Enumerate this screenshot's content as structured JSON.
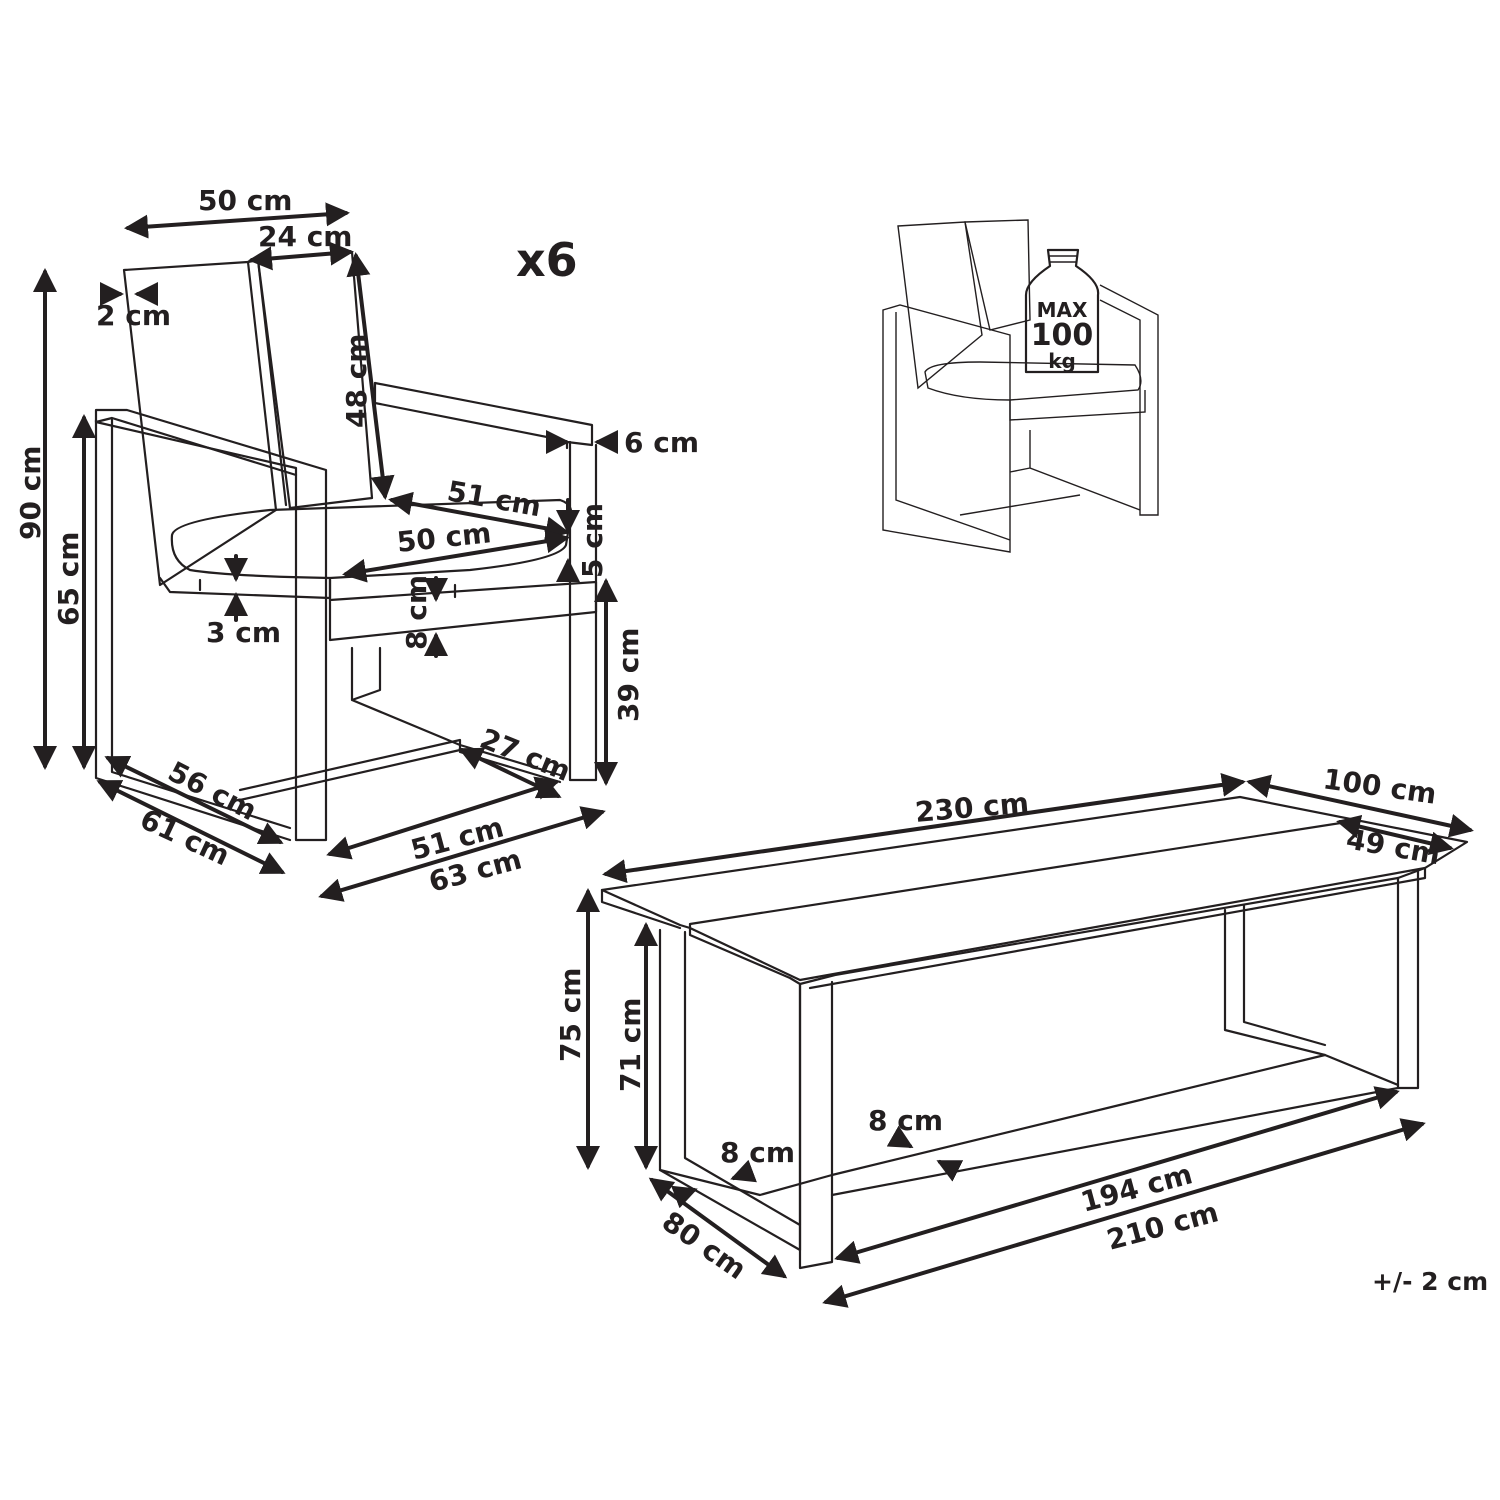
{
  "chair": {
    "quantity": "x6",
    "dimensions": {
      "seat_width_top": "50 cm",
      "back_panel_width": "24 cm",
      "back_thickness": "2 cm",
      "back_height": "48 cm",
      "total_height": "90 cm",
      "armrest_height": "65 cm",
      "armrest_width": "6 cm",
      "seat_depth": "51 cm",
      "seat_width": "50 cm",
      "cushion_thickness": "5 cm",
      "back_cushion_thickness": "3 cm",
      "seat_frame_height": "8 cm",
      "seat_height": "39 cm",
      "leg_depth": "27 cm",
      "inner_depth": "56 cm",
      "total_depth": "61 cm",
      "inner_width": "51 cm",
      "total_width": "63 cm"
    }
  },
  "max_load": {
    "line1": "MAX",
    "line2": "100",
    "line3": "kg"
  },
  "table": {
    "dimensions": {
      "length": "230 cm",
      "width": "100 cm",
      "panel_width": "49 cm",
      "height": "75 cm",
      "inner_height": "71 cm",
      "leg_width_front": "8 cm",
      "leg_width_side": "8 cm",
      "inner_length": "194 cm",
      "frame_length": "210 cm",
      "frame_depth": "80 cm"
    }
  },
  "tolerance": "+/- 2 cm"
}
